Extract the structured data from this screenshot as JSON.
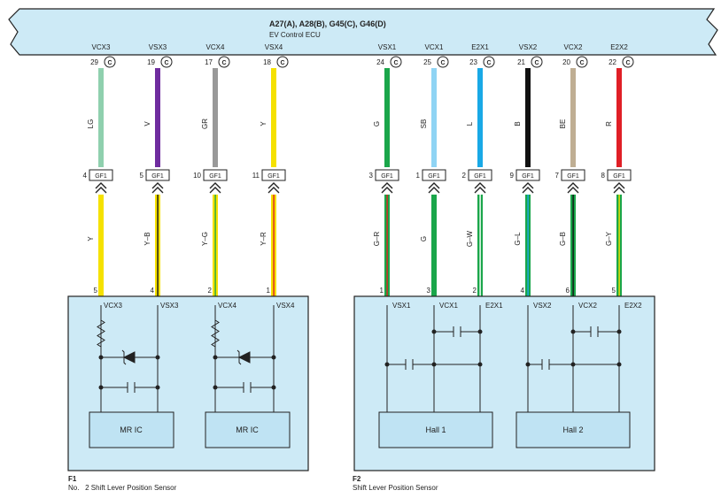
{
  "ecu": {
    "connector_line": "A27(A), A28(B), G45(C), G46(D)",
    "name": "EV Control ECU"
  },
  "wires": [
    {
      "ecu_signal": "VCX3",
      "ecu_pin": "29",
      "conn": "C",
      "color_code": "LG",
      "color": "#8fd0ae",
      "stripe": "#8fd0ae",
      "conn_pin": "4",
      "conn_name": "GF1",
      "lower_code": "Y",
      "lower_color": "#f5e100",
      "lower_stripe": "#f5e100",
      "sensor_pin": "5"
    },
    {
      "ecu_signal": "VSX3",
      "ecu_pin": "19",
      "conn": "C",
      "color_code": "V",
      "color": "#6f2c9f",
      "stripe": "#6f2c9f",
      "conn_pin": "5",
      "conn_name": "GF1",
      "lower_code": "Y–B",
      "lower_color": "#f5e100",
      "lower_stripe": "#111111",
      "sensor_pin": "4"
    },
    {
      "ecu_signal": "VCX4",
      "ecu_pin": "17",
      "conn": "C",
      "color_code": "GR",
      "color": "#999999",
      "stripe": "#999999",
      "conn_pin": "10",
      "conn_name": "GF1",
      "lower_code": "Y–G",
      "lower_color": "#f5e100",
      "lower_stripe": "#22aa44",
      "sensor_pin": "2"
    },
    {
      "ecu_signal": "VSX4",
      "ecu_pin": "18",
      "conn": "C",
      "color_code": "Y",
      "color": "#f5e100",
      "stripe": "#f5e100",
      "conn_pin": "11",
      "conn_name": "GF1",
      "lower_code": "Y–R",
      "lower_color": "#f5e100",
      "lower_stripe": "#e02020",
      "sensor_pin": "1"
    },
    {
      "ecu_signal": "VSX1",
      "ecu_pin": "24",
      "conn": "C",
      "color_code": "G",
      "color": "#1aa64a",
      "stripe": "#1aa64a",
      "conn_pin": "3",
      "conn_name": "GF1",
      "lower_code": "G–R",
      "lower_color": "#1aa64a",
      "lower_stripe": "#e02020",
      "sensor_pin": "1"
    },
    {
      "ecu_signal": "VCX1",
      "ecu_pin": "25",
      "conn": "C",
      "color_code": "SB",
      "color": "#8fd4f4",
      "stripe": "#8fd4f4",
      "conn_pin": "1",
      "conn_name": "GF1",
      "lower_code": "G",
      "lower_color": "#1aa64a",
      "lower_stripe": "#1aa64a",
      "sensor_pin": "3"
    },
    {
      "ecu_signal": "E2X1",
      "ecu_pin": "23",
      "conn": "C",
      "color_code": "L",
      "color": "#19a9e6",
      "stripe": "#19a9e6",
      "conn_pin": "2",
      "conn_name": "GF1",
      "lower_code": "G–W",
      "lower_color": "#1aa64a",
      "lower_stripe": "#ffffff",
      "sensor_pin": "2"
    },
    {
      "ecu_signal": "VSX2",
      "ecu_pin": "21",
      "conn": "C",
      "color_code": "B",
      "color": "#111111",
      "stripe": "#111111",
      "conn_pin": "9",
      "conn_name": "GF1",
      "lower_code": "G–L",
      "lower_color": "#1aa64a",
      "lower_stripe": "#19a9e6",
      "sensor_pin": "4"
    },
    {
      "ecu_signal": "VCX2",
      "ecu_pin": "20",
      "conn": "C",
      "color_code": "BE",
      "color": "#bfae93",
      "stripe": "#bfae93",
      "conn_pin": "7",
      "conn_name": "GF1",
      "lower_code": "G–B",
      "lower_color": "#1aa64a",
      "lower_stripe": "#111111",
      "sensor_pin": "6"
    },
    {
      "ecu_signal": "E2X2",
      "ecu_pin": "22",
      "conn": "C",
      "color_code": "R",
      "color": "#e01f26",
      "stripe": "#e01f26",
      "conn_pin": "8",
      "conn_name": "GF1",
      "lower_code": "G–Y",
      "lower_color": "#1aa64a",
      "lower_stripe": "#f5e100",
      "sensor_pin": "5"
    }
  ],
  "sensors": [
    {
      "id": "F1",
      "name": "No.   2 Shift Lever Position Sensor",
      "pins": [
        "VCX3",
        "VSX3",
        "VCX4",
        "VSX4"
      ],
      "ics": [
        "MR IC",
        "MR IC"
      ]
    },
    {
      "id": "F2",
      "name": "Shift Lever Position Sensor",
      "pins": [
        "VSX1",
        "VCX1",
        "E2X1",
        "VSX2",
        "VCX2",
        "E2X2"
      ],
      "ics": [
        "Hall 1",
        "Hall 2"
      ]
    }
  ],
  "colors": {
    "panel_fill": "#cdeaf6",
    "panel_stroke": "#222222",
    "ic_fill": "#bfe3f3"
  }
}
